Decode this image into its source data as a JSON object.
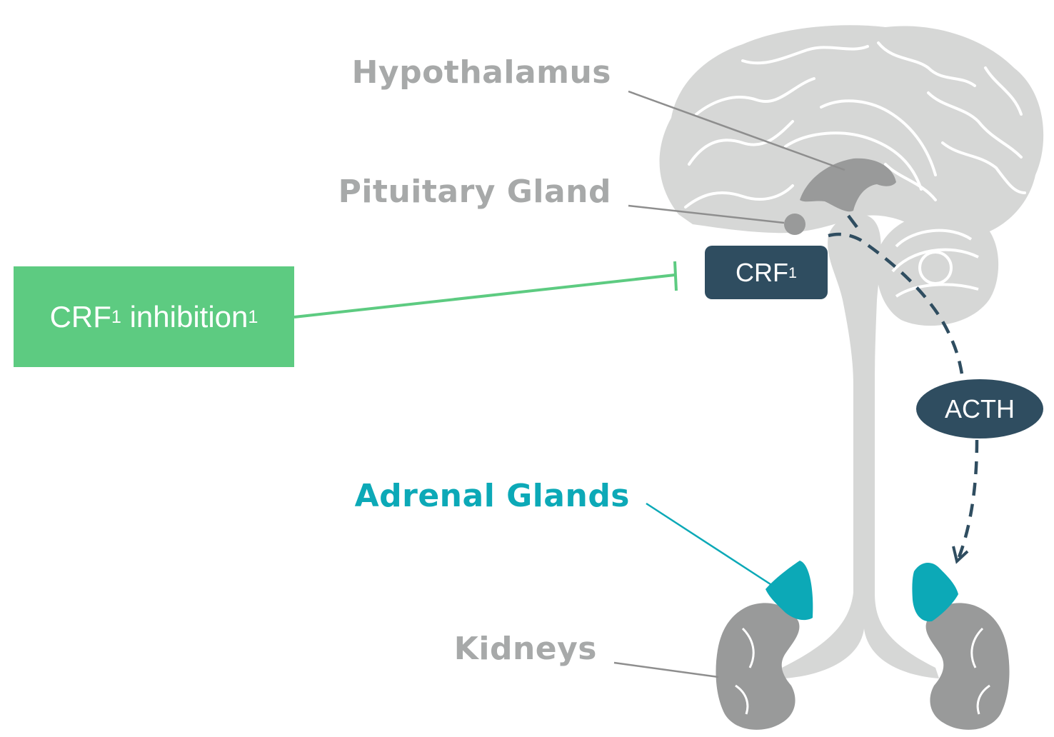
{
  "labels": {
    "hypothalamus": "Hypothalamus",
    "pituitary": "Pituitary Gland",
    "adrenal": "Adrenal Glands",
    "kidneys": "Kidneys"
  },
  "inhibition_box": {
    "main": "CRF",
    "sub": "1",
    "rest": " inhibition",
    "sup": "1"
  },
  "crf1_box": {
    "main": "CRF",
    "sub": "1"
  },
  "acth": "ACTH",
  "colors": {
    "brain": "#d6d7d6",
    "dark_gray": "#999a9a",
    "teal": "#0ca9b7",
    "navy": "#2f4d60",
    "green": "#5dcb81",
    "label_gray": "#a7a9a9"
  }
}
